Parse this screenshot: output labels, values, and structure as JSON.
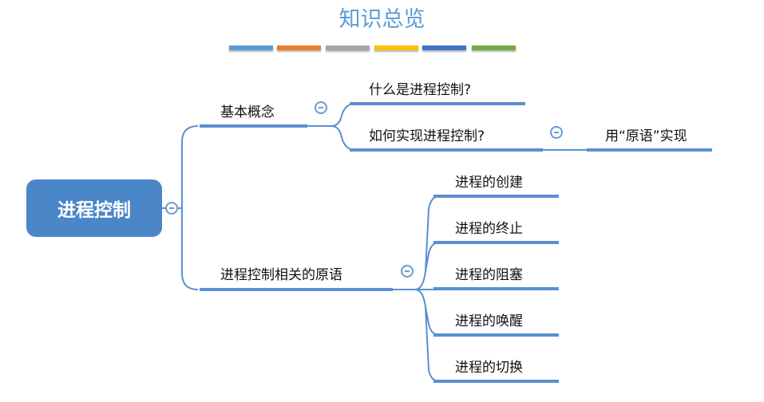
{
  "title": "知识总览",
  "color_bars": [
    "#5b9bd5",
    "#ed7d31",
    "#a5a5a5",
    "#ffc000",
    "#4472c4",
    "#70ad47"
  ],
  "root": "进程控制",
  "branches": [
    {
      "label": "基本概念",
      "children": [
        {
          "label": "什么是进程控制?"
        },
        {
          "label": "如何实现进程控制?",
          "children": [
            {
              "label": "用“原语”实现"
            }
          ]
        }
      ]
    },
    {
      "label": "进程控制相关的原语",
      "children": [
        {
          "label": "进程的创建"
        },
        {
          "label": "进程的终止"
        },
        {
          "label": "进程的阻塞"
        },
        {
          "label": "进程的唤醒"
        },
        {
          "label": "进程的切换"
        }
      ]
    }
  ]
}
